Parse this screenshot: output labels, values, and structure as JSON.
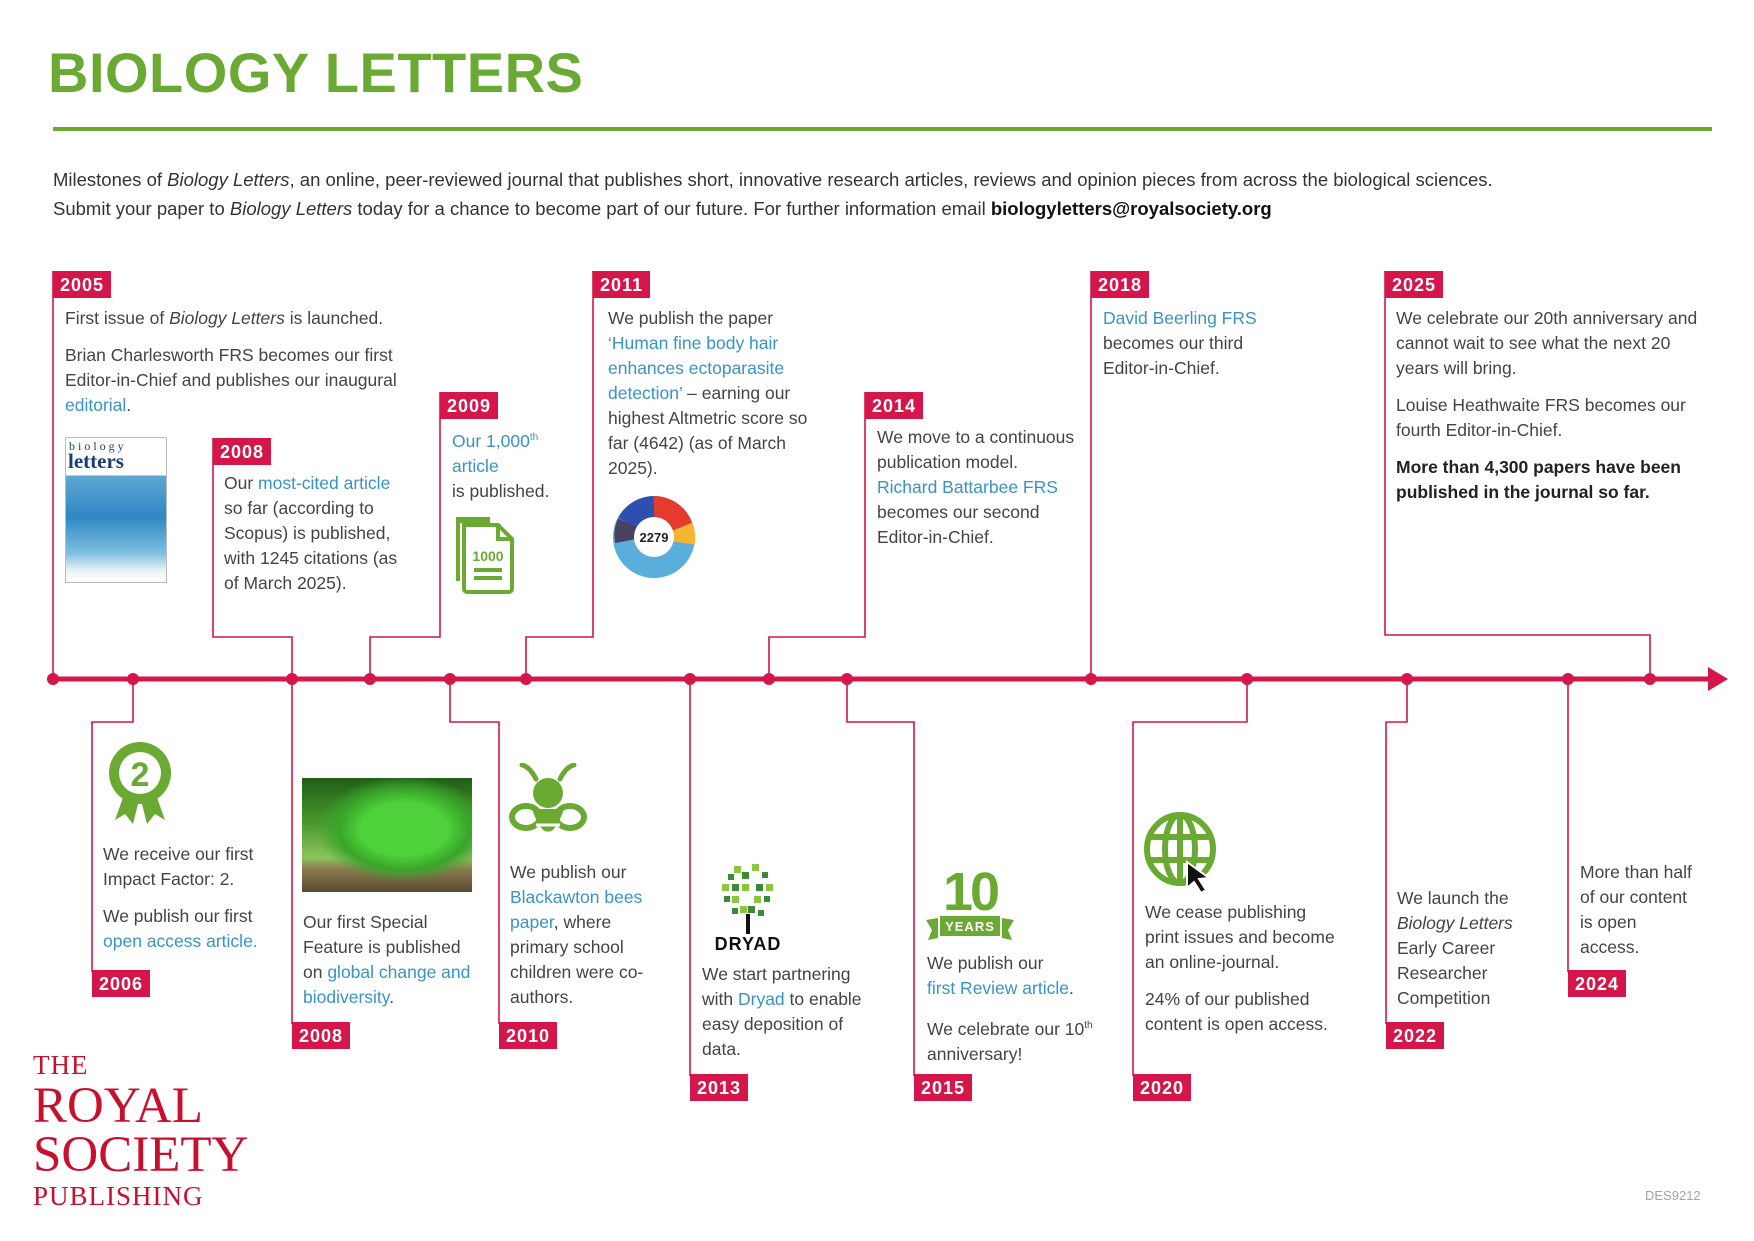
{
  "header": {
    "title": "BIOLOGY LETTERS",
    "intro_line1_a": "Milestones of ",
    "intro_line1_i": "Biology Letters",
    "intro_line1_b": ", an online, peer-reviewed journal that publishes short, innovative research articles, reviews and opinion pieces from across the biological sciences.",
    "intro_line2_a": "Submit your paper to ",
    "intro_line2_i": "Biology Letters",
    "intro_line2_b": " today for a chance to become part of our future. For further information email ",
    "email": "biologyletters@royalsociety.org"
  },
  "colors": {
    "green": "#6aa932",
    "crimson": "#d4164a",
    "link": "#3a93c3"
  },
  "milestones": {
    "m2005": {
      "year": "2005",
      "p1_a": "First issue of ",
      "p1_i": "Biology Letters",
      "p1_b": " is launched.",
      "p2_a": "Brian Charlesworth FRS becomes our first Editor-in-Chief and publishes our inaugural ",
      "p2_link": "editorial",
      "p2_b": ".",
      "cover_t1": "biology",
      "cover_t2": "letters"
    },
    "m2006": {
      "year": "2006",
      "badge_number": "2",
      "p1": "We receive our first Impact Factor: 2.",
      "p2_a": "We publish our first ",
      "p2_link": "open access article."
    },
    "m2008a": {
      "year": "2008",
      "a": "Our ",
      "link": "most-cited article",
      "b": " so far (according to Scopus) is published, with 1245 citations (as of March 2025)."
    },
    "m2008b": {
      "year": "2008",
      "a": "Our first Special Feature is published on ",
      "link": "global change and biodiversity",
      "b": "."
    },
    "m2009": {
      "year": "2009",
      "link": "Our 1,000",
      "sup": "th",
      "link2": "article",
      "b": "is published.",
      "icon_text": "1000"
    },
    "m2010": {
      "year": "2010",
      "a": "We publish our ",
      "link": "Blackawton bees paper",
      "b": ", where primary school children were co-authors."
    },
    "m2011": {
      "year": "2011",
      "a": "We publish the paper ",
      "link": "‘Human fine body hair enhances ectoparasite detection’",
      "b": " – earning our highest Altmetric score so far (4642) (as of March 2025).",
      "altmetric": "2279"
    },
    "m2013": {
      "year": "2013",
      "logo": "DRYAD",
      "a": "We start partnering with ",
      "link": "Dryad",
      "b": " to enable easy deposition of data."
    },
    "m2014": {
      "year": "2014",
      "a": "We move to a continuous publication model.",
      "link": "Richard Battarbee FRS",
      "b": " becomes our second Editor-in-Chief."
    },
    "m2015": {
      "year": "2015",
      "badge_num": "10",
      "badge_word": "YEARS",
      "p1_a": "We publish our ",
      "p1_link": "first Review article",
      "p1_b": ".",
      "p2_a": "We celebrate our 10",
      "p2_sup": "th",
      "p2_b": " anniversary!"
    },
    "m2018": {
      "year": "2018",
      "link": "David Beerling FRS",
      "b": "becomes our third Editor-in-Chief."
    },
    "m2020": {
      "year": "2020",
      "p1": "We cease publishing print issues and become an online-journal.",
      "p2": "24% of our published content is open access."
    },
    "m2022": {
      "year": "2022",
      "a": "We launch the ",
      "i": "Biology Letters",
      "b": " Early Career Researcher Competition"
    },
    "m2024": {
      "year": "2024",
      "p1": "More than half of our content is open access."
    },
    "m2025": {
      "year": "2025",
      "p1": "We celebrate our 20th anniversary and cannot wait to see what the next 20 years will bring.",
      "p2": "Louise Heathwaite FRS becomes our fourth Editor-in-Chief.",
      "p3": "More than 4,300 papers have been published in the journal so far."
    }
  },
  "footer": {
    "logo_l1": "THE",
    "logo_l2": "ROYAL",
    "logo_l3": "SOCIETY",
    "logo_l4": "PUBLISHING",
    "code": "DES9212"
  }
}
